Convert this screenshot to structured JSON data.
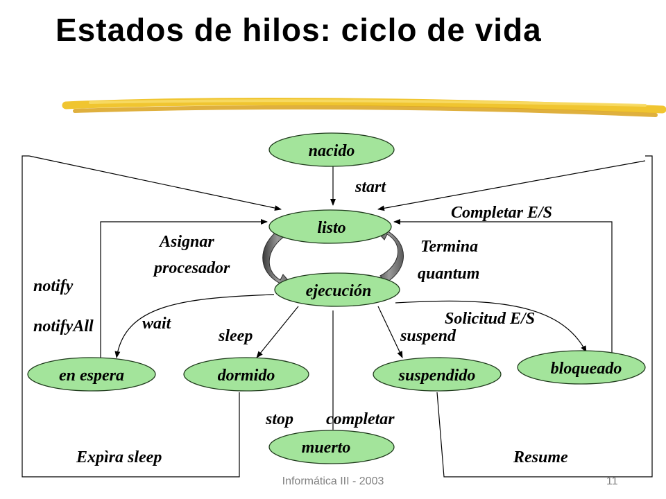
{
  "title": "Estados de hilos: ciclo de vida",
  "nodes": {
    "nacido": "nacido",
    "listo": "listo",
    "ejecucion": "ejecución",
    "en_espera": "en espera",
    "dormido": "dormido",
    "suspendido": "suspendido",
    "bloqueado": "bloqueado",
    "muerto": "muerto"
  },
  "edges": {
    "start": "start",
    "completar_es": "Completar E/S",
    "asignar_1": "Asignar",
    "asignar_2": "procesador",
    "termina_1": "Termina",
    "termina_2": "quantum",
    "notify": "notify",
    "notifyall": "notifyAll",
    "wait": "wait",
    "sleep": "sleep",
    "suspend": "suspend",
    "solicitud_es": "Solicitud E/S",
    "stop": "stop",
    "completar": "completar",
    "expira_sleep": "Expìra sleep",
    "resume": "Resume"
  },
  "colors": {
    "node_fill": "#a3e49b",
    "underline_stroke": "#e8b925",
    "cycle_arrow": "#7a7a7a"
  },
  "footer": {
    "text": "Informática III - 2003",
    "page": "11"
  }
}
